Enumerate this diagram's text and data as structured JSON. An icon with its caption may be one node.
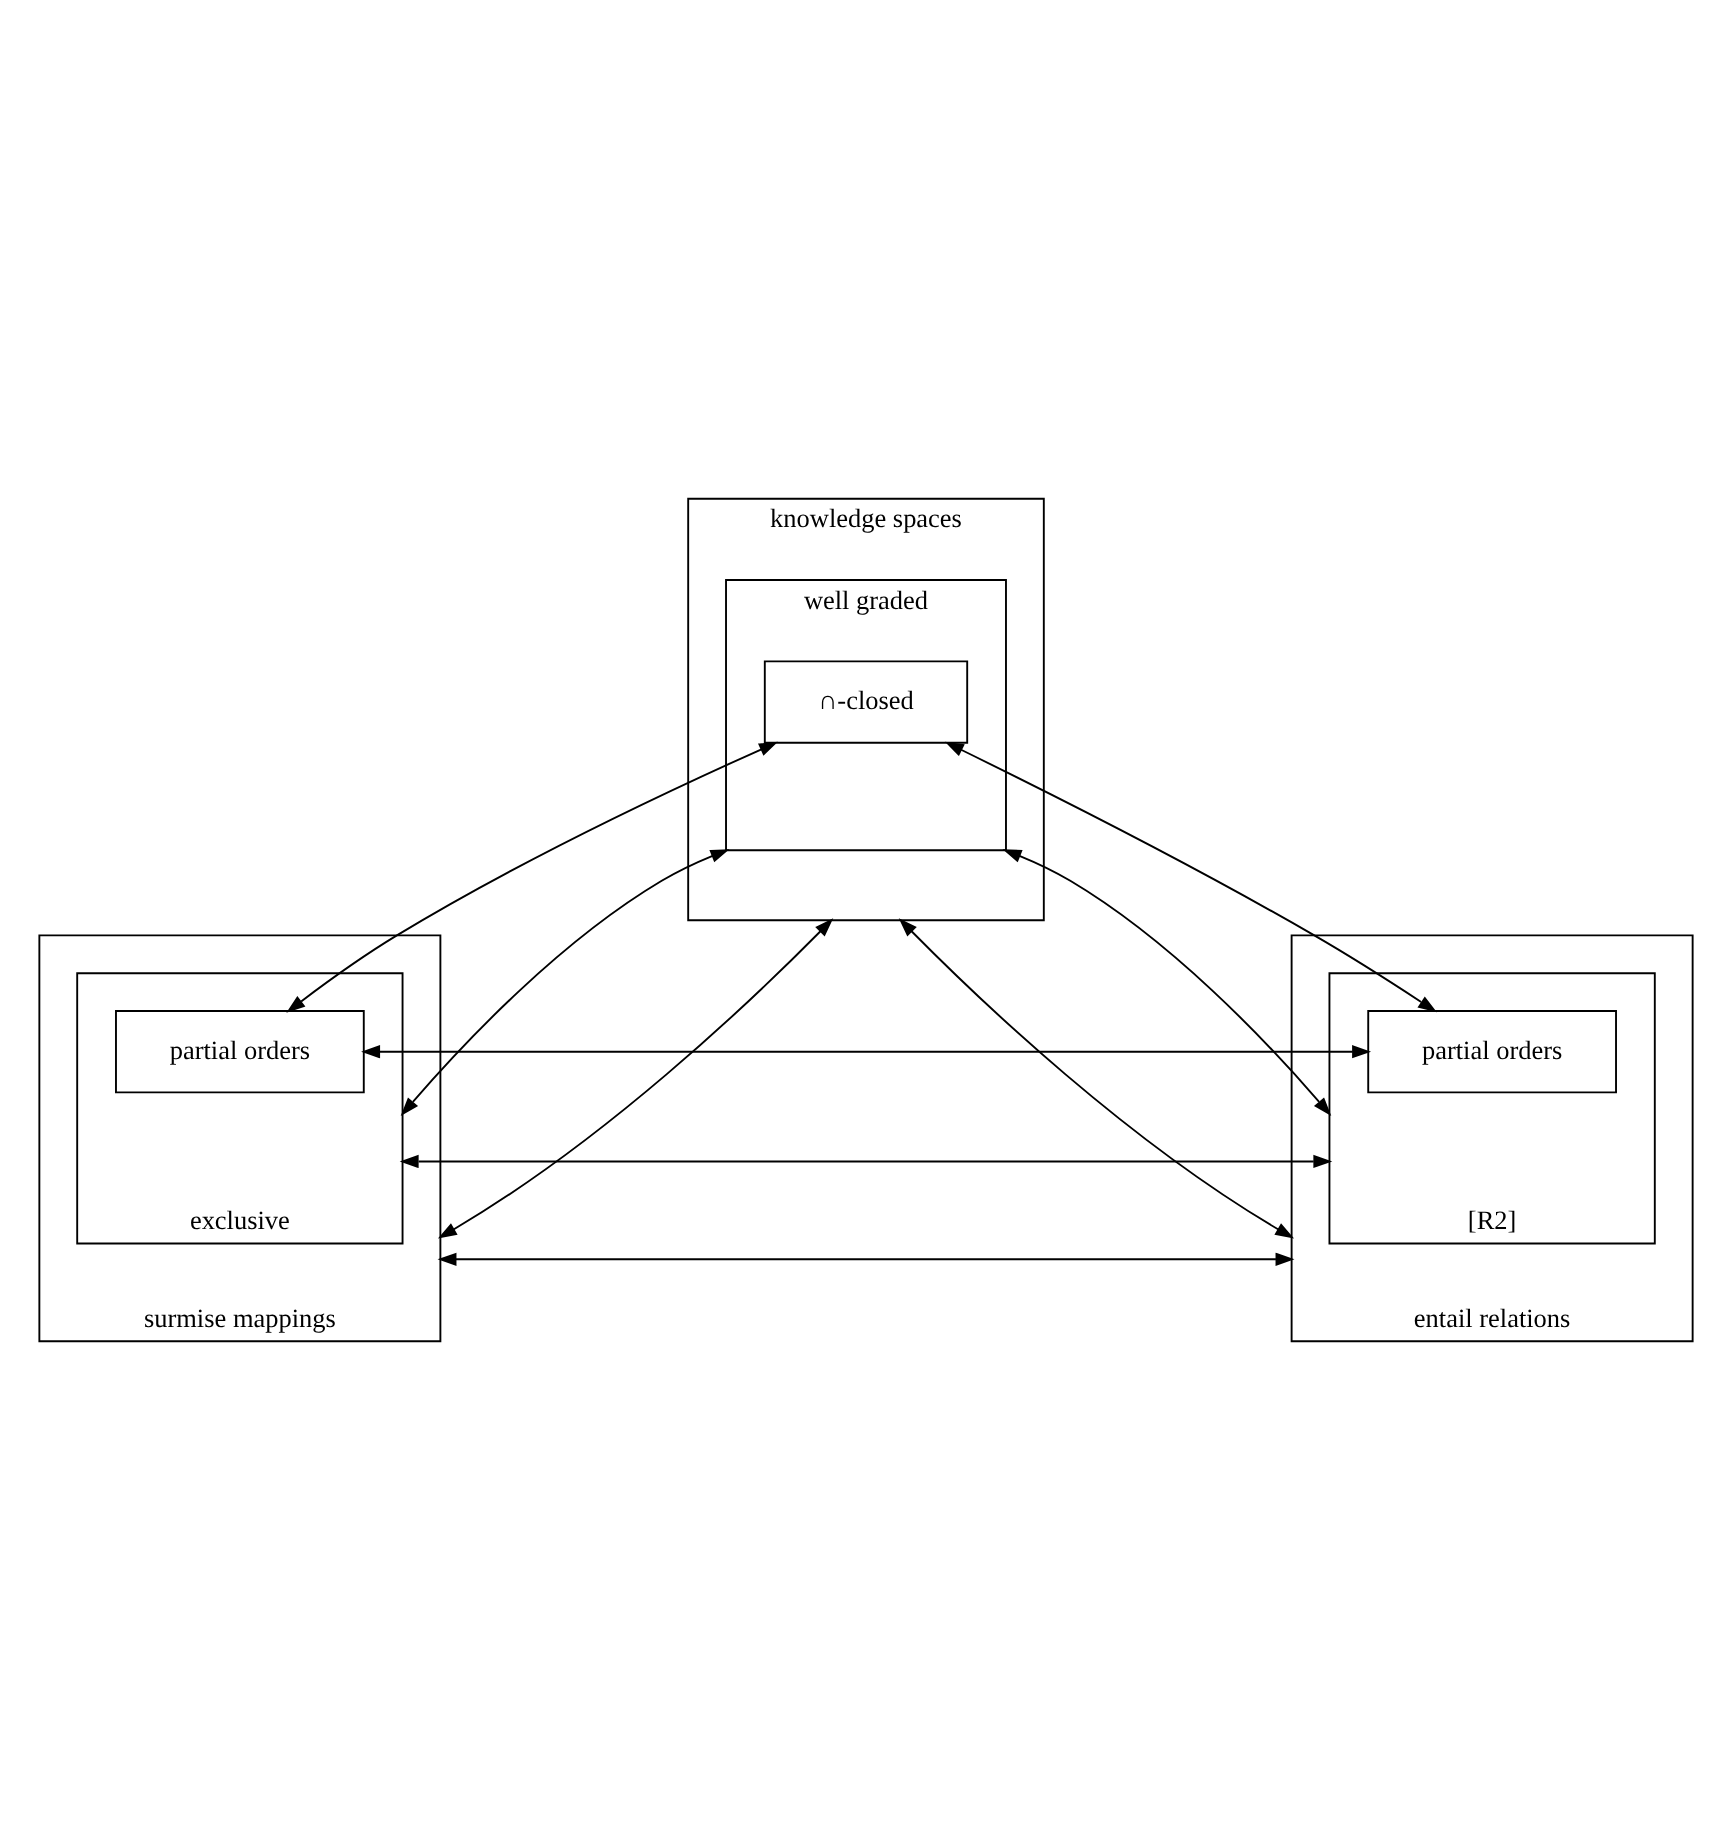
{
  "diagram": {
    "nodes": [
      {
        "text": [
          "knowledge spaces"
        ]
      },
      {
        "text": [
          "well graded"
        ],
        "in": 0
      },
      {
        "text": [
          "∩-closed"
        ],
        "in": 1
      },
      {
        "text": [
          "surmise mappings"
        ]
      },
      {
        "text": [
          "exclusive"
        ],
        "in": 3
      },
      {
        "text": [
          "partial orders"
        ],
        "in": 4
      },
      {
        "text": [
          "entail relations"
        ]
      },
      {
        "text": [
          "[R2]"
        ],
        "in": 6
      },
      {
        "text": [
          "partial orders"
        ],
        "in": 7
      }
    ],
    "edges": [
      {
        "from": 0,
        "to": 3,
        "arrow": "both"
      },
      {
        "from": 1,
        "to": 4,
        "arrow": "both"
      },
      {
        "from": 2,
        "to": 5,
        "arrow": "both"
      },
      {
        "from": 0,
        "to": 6,
        "arrow": "both"
      },
      {
        "from": 1,
        "to": 7,
        "arrow": "both"
      },
      {
        "from": 2,
        "to": 8,
        "arrow": "both"
      },
      {
        "from": 5,
        "to": 8,
        "arrow": "both"
      },
      {
        "from": 4,
        "to": 7,
        "arrow": "both"
      },
      {
        "from": 3,
        "to": 6,
        "arrow": "both"
      }
    ]
  }
}
